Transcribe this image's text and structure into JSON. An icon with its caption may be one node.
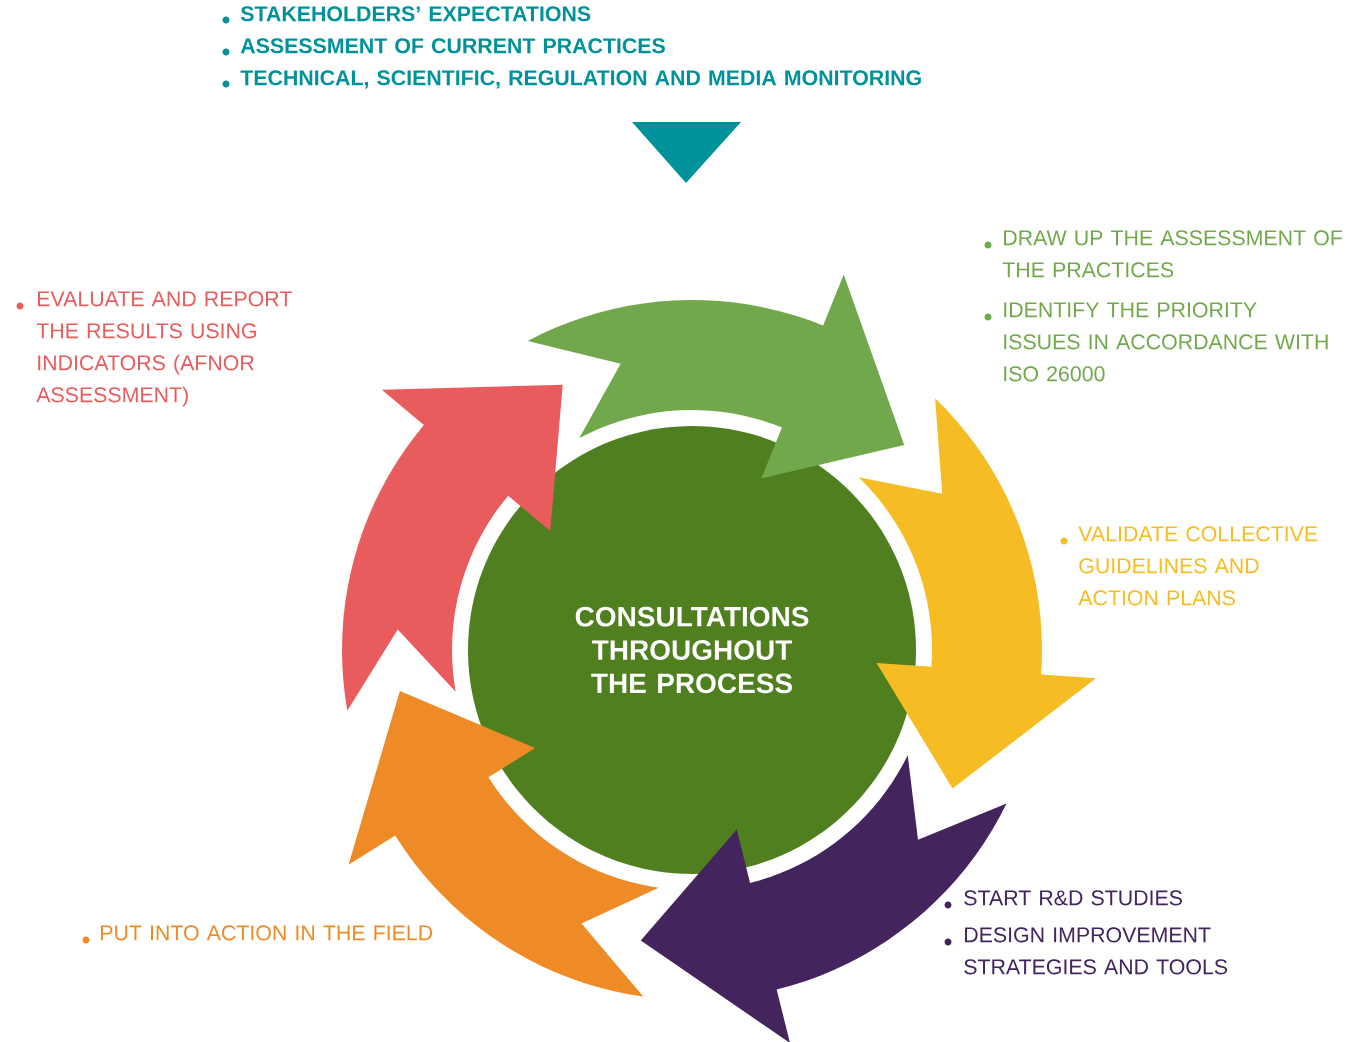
{
  "diagram": {
    "nodes": [
      {
        "text": [
          "CONSULTATIONS THROUGHOUT THE PROCESS"
        ]
      }
    ],
    "labels": [
      "STAKEHOLDERS’ EXPECTATIONS",
      "ASSESSMENT OF CURRENT PRACTICES",
      "TECHNICAL, SCIENTIFIC, REGULATION AND MEDIA MONITORING",
      "DRAW UP THE ASSESSMENT OF THE PRACTICES",
      "IDENTIFY THE PRIORITY ISSUES IN ACCORDANCE WITH ISO 26000",
      "EVALUATE AND REPORT THE RESULTS USING INDICATORS (AFNOR ASSESSMENT)",
      "VALIDATE COLLECTIVE GUIDELINES AND ACTION PLANS",
      "START R&D STUDIES",
      "DESIGN IMPROVEMENT STRATEGIES AND TOOLS",
      "PUT INTO ACTION IN THE FIELD"
    ]
  }
}
